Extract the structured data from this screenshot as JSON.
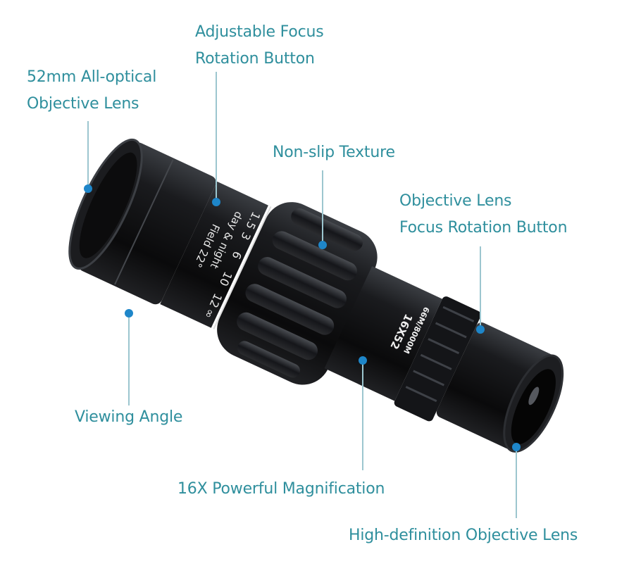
{
  "callouts": {
    "objective_lens_52mm": [
      "52mm All-optical",
      "Objective Lens"
    ],
    "adjustable_focus": [
      "Adjustable Focus",
      "Rotation Button"
    ],
    "non_slip": [
      "Non-slip Texture"
    ],
    "objective_focus": [
      "Objective Lens",
      "Focus Rotation Button"
    ],
    "viewing_angle": [
      "Viewing Angle"
    ],
    "magnification": [
      "16X Powerful Magnification"
    ],
    "hd_lens": [
      "High-definition Objective Lens"
    ]
  },
  "product_markings": {
    "scale": [
      "1.5",
      "3",
      "6",
      "10",
      "12",
      "∞"
    ],
    "day_night": "day & night",
    "field": "Field",
    "field_angle": "22°",
    "model": "16X52",
    "range": "66M/8000M"
  },
  "colors": {
    "label": "#2f8f9d",
    "dot": "#1e86c9",
    "leader": "#9cc6cf",
    "body": "#111111"
  }
}
